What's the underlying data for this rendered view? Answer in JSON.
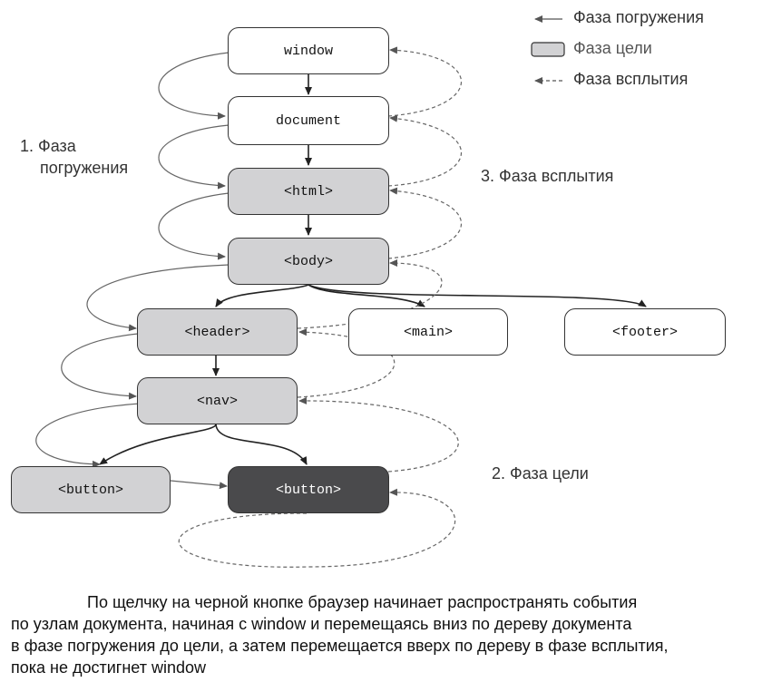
{
  "legend": {
    "capture": "Фаза погружения",
    "target": "Фаза цели",
    "bubble": "Фаза всплытия"
  },
  "phase_labels": {
    "capture_line1": "1. Фаза",
    "capture_line2": "погружения",
    "bubble": "3. Фаза всплытия",
    "target": "2. Фаза цели"
  },
  "nodes": {
    "window": "window",
    "document": "document",
    "html": "<html>",
    "body": "<body>",
    "header": "<header>",
    "main": "<main>",
    "footer": "<footer>",
    "nav": "<nav>",
    "button_left": "<button>",
    "button_target": "<button>"
  },
  "colors": {
    "white_node": "#ffffff",
    "grey_node": "#d2d2d4",
    "target_node": "#4a4a4c",
    "line": "#555555"
  },
  "caption": {
    "line1": "По щелчку на черной кнопке браузер начинает распространять события",
    "line2": "по узлам документа, начиная с window и перемещаясь вниз по дереву документа",
    "line3": "в фазе погружения до цели, а затем перемещается вверх по дереву в фазе всплытия,",
    "line4": "пока не достигнет window"
  }
}
